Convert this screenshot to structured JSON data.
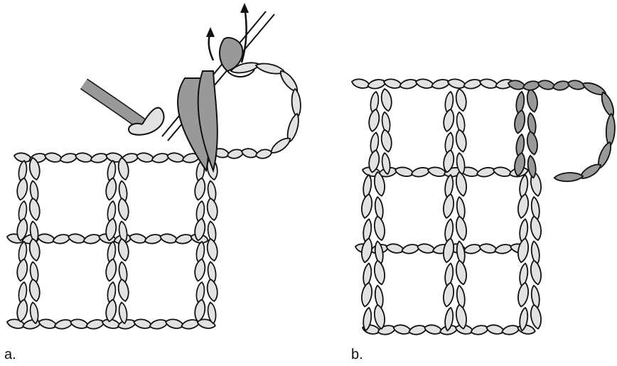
{
  "figure": {
    "panels": [
      {
        "id": "a",
        "caption": "a."
      },
      {
        "id": "b",
        "caption": "b."
      }
    ],
    "colors": {
      "yarn_light": "#e2e2e2",
      "yarn_dark": "#999999",
      "outline": "#111111",
      "arrow": "#111111"
    }
  }
}
